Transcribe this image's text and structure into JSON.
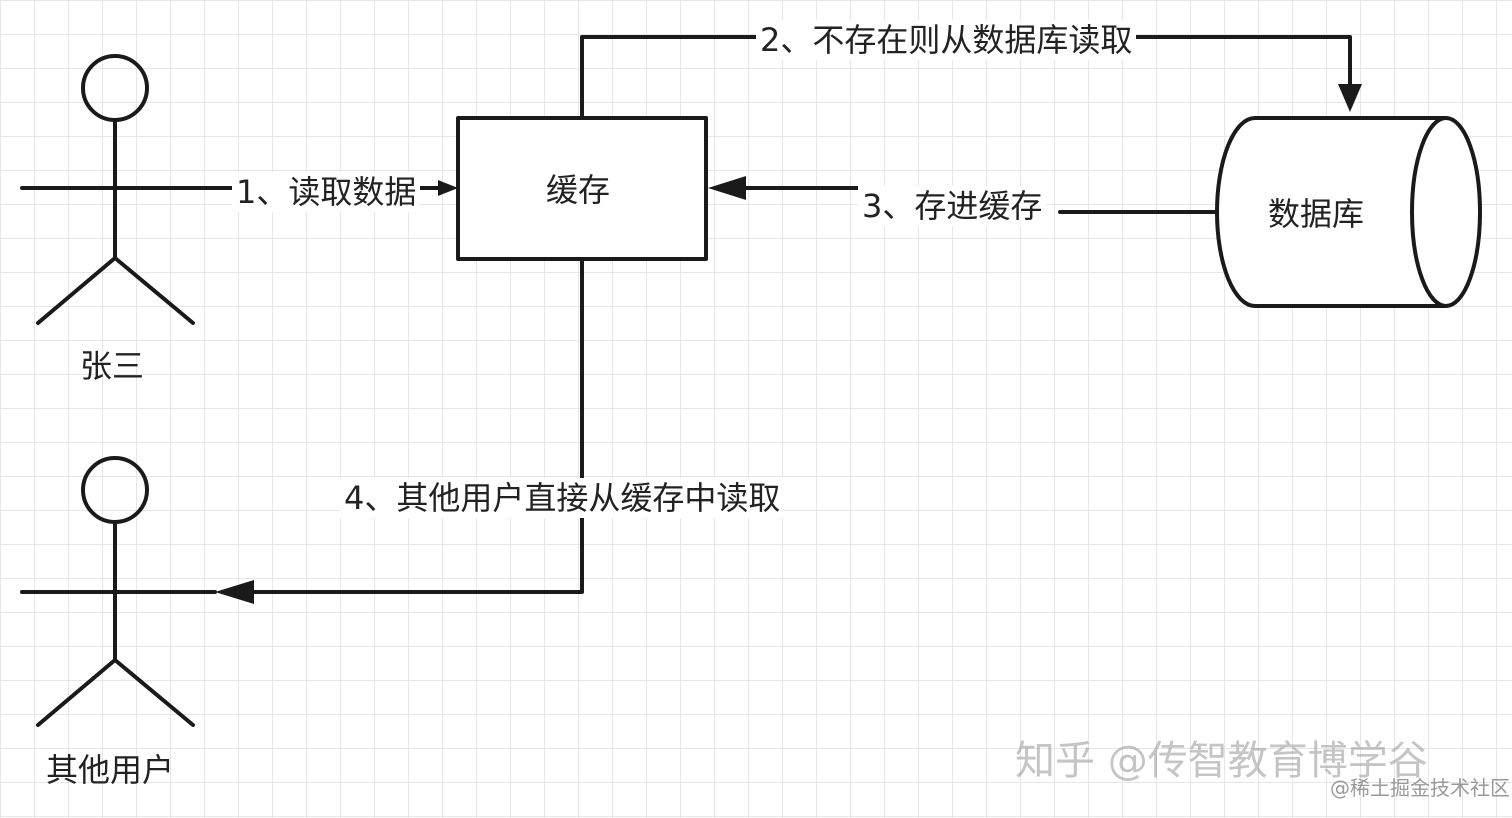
{
  "actors": {
    "user1": "张三",
    "user2": "其他用户"
  },
  "nodes": {
    "cache": "缓存",
    "database": "数据库"
  },
  "edges": {
    "step1": "1、读取数据",
    "step2": "2、不存在则从数据库读取",
    "step3": "3、存进缓存",
    "step4": "4、其他用户直接从缓存中读取"
  },
  "watermarks": {
    "zhihu": "知乎 @传智教育博学谷",
    "juejin": "@稀土掘金技术社区"
  },
  "colors": {
    "line": "#1a1a1a",
    "grid": "#e6e6e6"
  }
}
